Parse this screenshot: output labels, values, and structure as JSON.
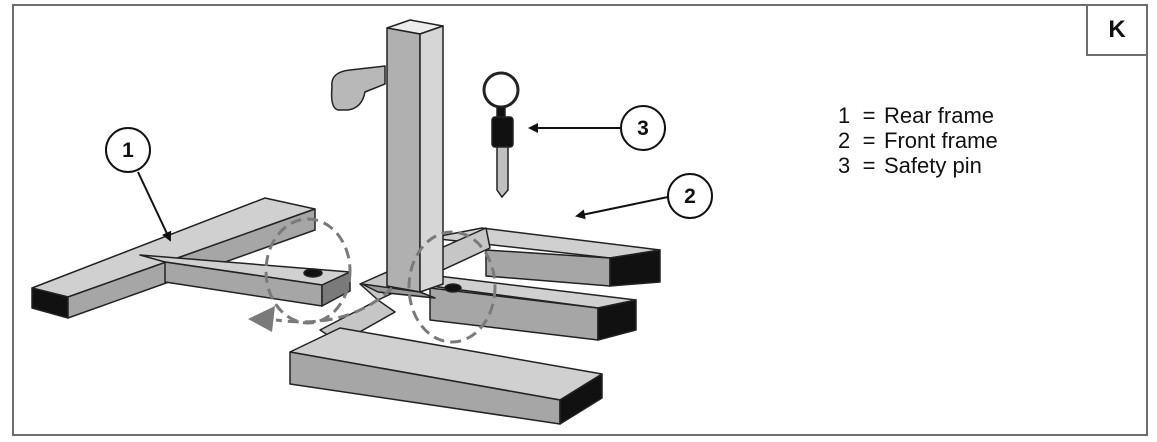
{
  "figure_label": "K",
  "callouts": [
    "1",
    "2",
    "3"
  ],
  "legend": [
    {
      "num": "1",
      "eq": "=",
      "text": "Rear frame"
    },
    {
      "num": "2",
      "eq": "=",
      "text": "Front frame"
    },
    {
      "num": "3",
      "eq": "=",
      "text": "Safety pin"
    }
  ]
}
